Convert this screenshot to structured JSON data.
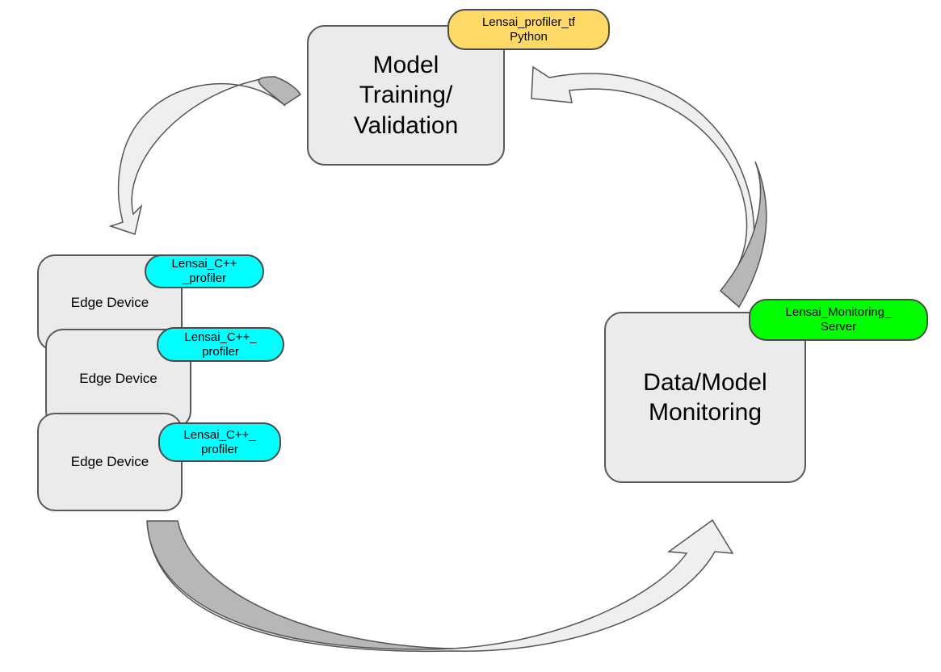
{
  "nodes": {
    "training": {
      "label": "Model\nTraining/\nValidation",
      "tag": "Lensai_profiler_tf\nPython",
      "tag_color": "#ffd966"
    },
    "monitoring": {
      "label": "Data/Model\nMonitoring",
      "tag": "Lensai_Monitoring_\nServer",
      "tag_color": "#00ff00"
    },
    "edge_devices": [
      {
        "label": "Edge Device",
        "tag": "Lensai_C++\n_profiler"
      },
      {
        "label": "Edge Device",
        "tag": "Lensai_C++_\nprofiler"
      },
      {
        "label": "Edge Device",
        "tag": "Lensai_C++_\nprofiler"
      }
    ],
    "edge_tag_color": "#00ffff"
  },
  "colors": {
    "box_fill": "#ebebeb",
    "box_stroke": "#595959",
    "arrow_light": "#efefef",
    "arrow_dark": "#b7b7b7"
  }
}
